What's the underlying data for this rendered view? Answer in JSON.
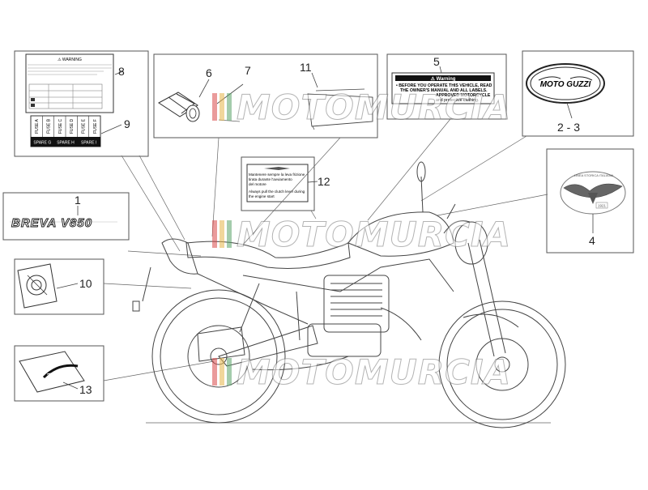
{
  "watermark": {
    "text": "MOTOMURCIA",
    "colors": [
      "#d94a4a",
      "#e7b54a",
      "#5aa469"
    ]
  },
  "callouts": {
    "p1": "1",
    "p5": "5",
    "p6": "6",
    "p7": "7",
    "p8": "8",
    "p9": "9",
    "p10": "10",
    "p11": "11",
    "p12": "12",
    "p13": "13",
    "p23": "2 - 3",
    "p4": "4"
  },
  "decal_breva": {
    "text": "BREVA V850"
  },
  "decal_warning_label": {
    "title": "⚠ Warning",
    "lines": [
      "• BEFORE YOU OPERATE THIS VEHICLE, READ",
      "THE OWNER'S MANUAL AND ALL LABELS.",
      "APPROVED MOTORCYCLE",
      "and protective clothing."
    ]
  },
  "decal_fuses": {
    "fuses": [
      "FUSE A",
      "FUSE B",
      "FUSE C",
      "FUSE D",
      "FUSE E",
      "FUSE F"
    ],
    "spares": [
      "SPARE G",
      "SPARE H",
      "SPARE I"
    ]
  },
  "decal_8": {
    "title": "⚠ WARNING"
  },
  "decal_clutch": {
    "lines": [
      "Mantenere sempre la leva frizione",
      "tirata durante l'avviamento",
      "del motore",
      "Always pull the clutch lever during",
      "the engine start"
    ]
  },
  "decal_moto_guzzi": {
    "text": "MOTO GUZZI"
  },
  "decal_eagle": {
    "top": "LINEA STORICA ITALIANA",
    "year": "1921"
  }
}
